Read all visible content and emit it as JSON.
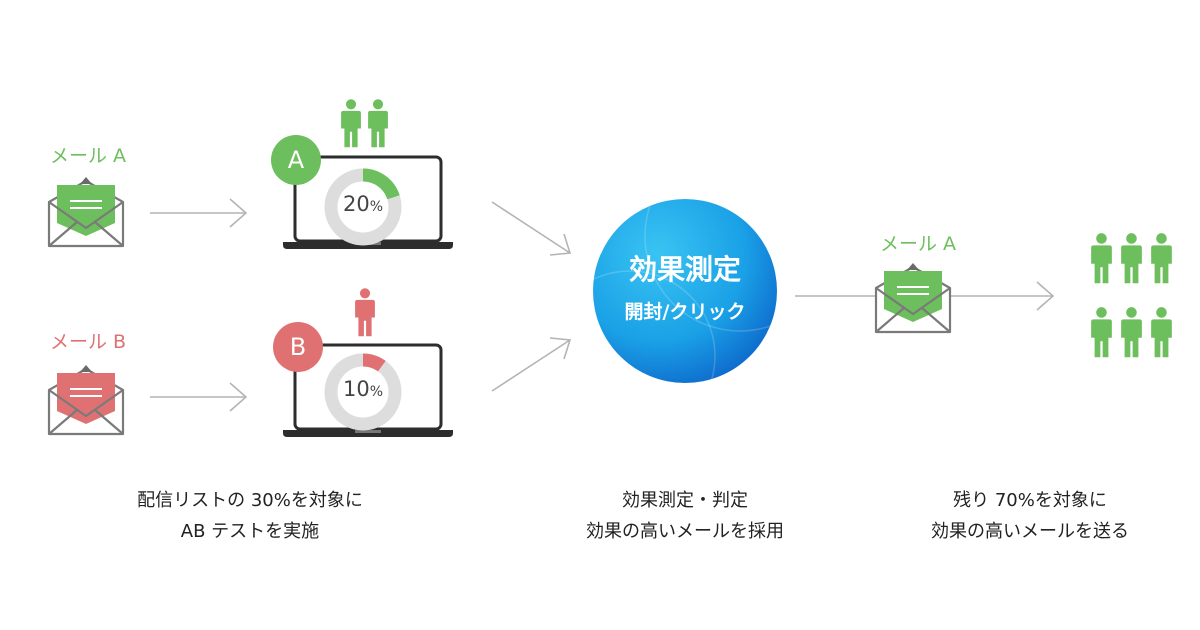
{
  "colors": {
    "green": "#6cbf5c",
    "red": "#e07172",
    "blue": "#1e9ae3"
  },
  "mail_a": {
    "label": "メール A"
  },
  "mail_b": {
    "label": "メール B"
  },
  "group_a": {
    "badge": "A",
    "percent": 20,
    "percent_num": "20",
    "percent_unit": "%",
    "people": 2
  },
  "group_b": {
    "badge": "B",
    "percent": 10,
    "percent_num": "10",
    "percent_unit": "%",
    "people": 1
  },
  "measure": {
    "title": "効果測定",
    "subtitle": "開封/クリック"
  },
  "result_mail": {
    "label": "メール A",
    "people": 6
  },
  "captions": {
    "step1": [
      "配信リストの 30%を対象に",
      "AB テストを実施"
    ],
    "step2": [
      "効果測定・判定",
      "効果の高いメールを採用"
    ],
    "step3": [
      "残り 70%を対象に",
      "効果の高いメールを送る"
    ]
  }
}
